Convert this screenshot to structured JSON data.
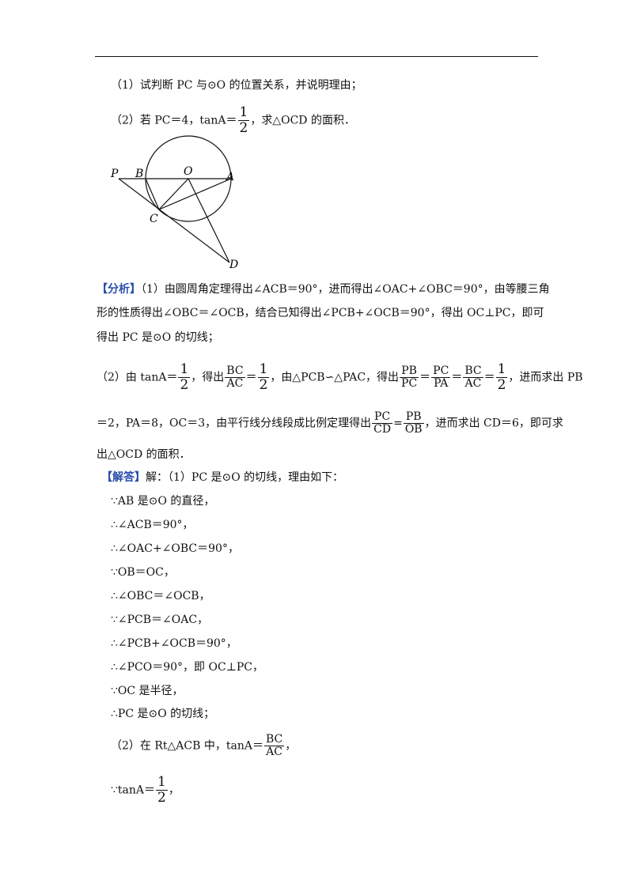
{
  "q1": "（1）试判断 PC 与⊙O 的位置关系，并说明理由；",
  "q2_pre": "（2）若 PC＝4，tanA＝",
  "q2_num": "1",
  "q2_den": "2",
  "q2_post": "，求△OCD 的面积．",
  "figure_labels": {
    "P": "P",
    "B": "B",
    "O": "O",
    "A": "A",
    "C": "C",
    "D": "D"
  },
  "analysis": {
    "tag": "【分析】",
    "l1": "（1）由圆周角定理得出∠ACB＝90°，进而得出∠OAC+∠OBC＝90°，由等腰三角",
    "l2": "形的性质得出∠OBC＝∠OCB，结合已知得出∠PCB+∠OCB＝90°，得出 OC⊥PC，即可",
    "l3": "得出 PC 是⊙O 的切线；",
    "l4_a": "（2）由 tanA＝",
    "l4_b": "，得出",
    "l4_c": "，由△PCB∽△PAC，得出",
    "l4_d": "，进而求出 PB",
    "f_half_num": "1",
    "f_half_den": "2",
    "f_bc": "BC",
    "f_ac": "AC",
    "f_pb": "PB",
    "f_pc": "PC",
    "f_pa": "PA",
    "l5_a": "＝2，PA＝8，OC＝3，由平行线分线段成比例定理得出",
    "f_cd": "CD",
    "f_ob": "OB",
    "l5_b": "，进而求出 CD＝6，即可求",
    "l6": "出△OCD 的面积．",
    "eq": "＝",
    "eq_ascii": "="
  },
  "solution": {
    "tag": "【解答】",
    "head": "解：（1）PC 是⊙O 的切线，理由如下：",
    "steps": [
      "∵AB 是⊙O 的直径，",
      "∴∠ACB＝90°，",
      "∴∠OAC+∠OBC＝90°，",
      "∵OB＝OC，",
      "∴∠OBC＝∠OCB，",
      "∵∠PCB＝∠OAC，",
      "∴∠PCB+∠OCB＝90°，",
      "∴∠PCO＝90°，即 OC⊥PC，",
      "∵OC 是半径，",
      "∴PC 是⊙O 的切线；"
    ],
    "p2_a": "（2）在 Rt△ACB 中，tanA＝",
    "p2_b": "，",
    "p3_a": "∵tanA＝",
    "p3_b": "，"
  }
}
